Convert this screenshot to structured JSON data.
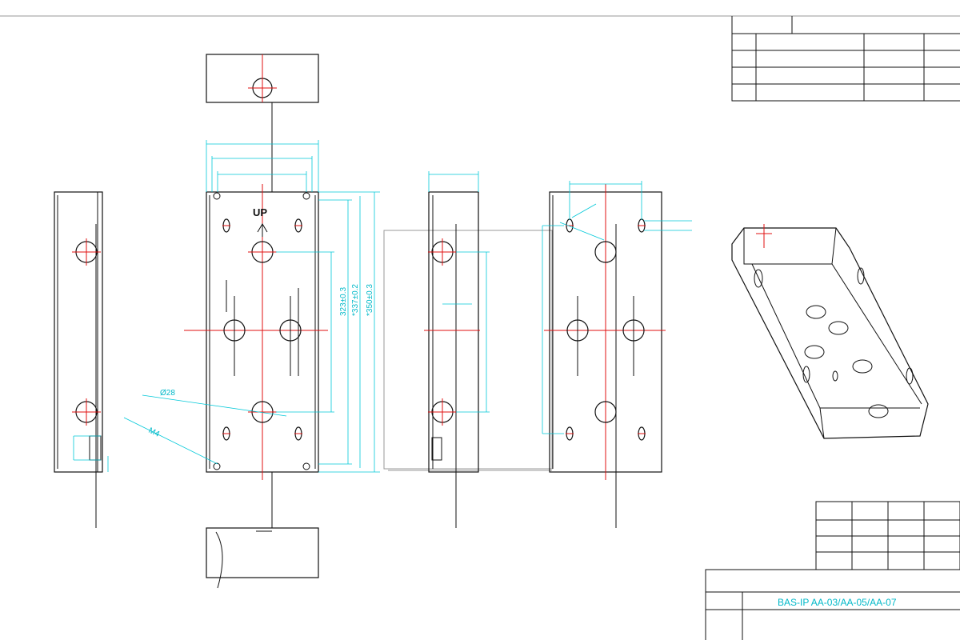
{
  "drawing": {
    "orientation_label": "UP",
    "dimensions": {
      "height_inner": "323±0.3",
      "height_mid": "*337±0.2",
      "height_outer": "*350±0.3",
      "hole_diameter": "Ø28",
      "screw": "M4"
    },
    "title_block": {
      "model": "BAS-IP AA-03/AA-05/AA-07"
    }
  }
}
